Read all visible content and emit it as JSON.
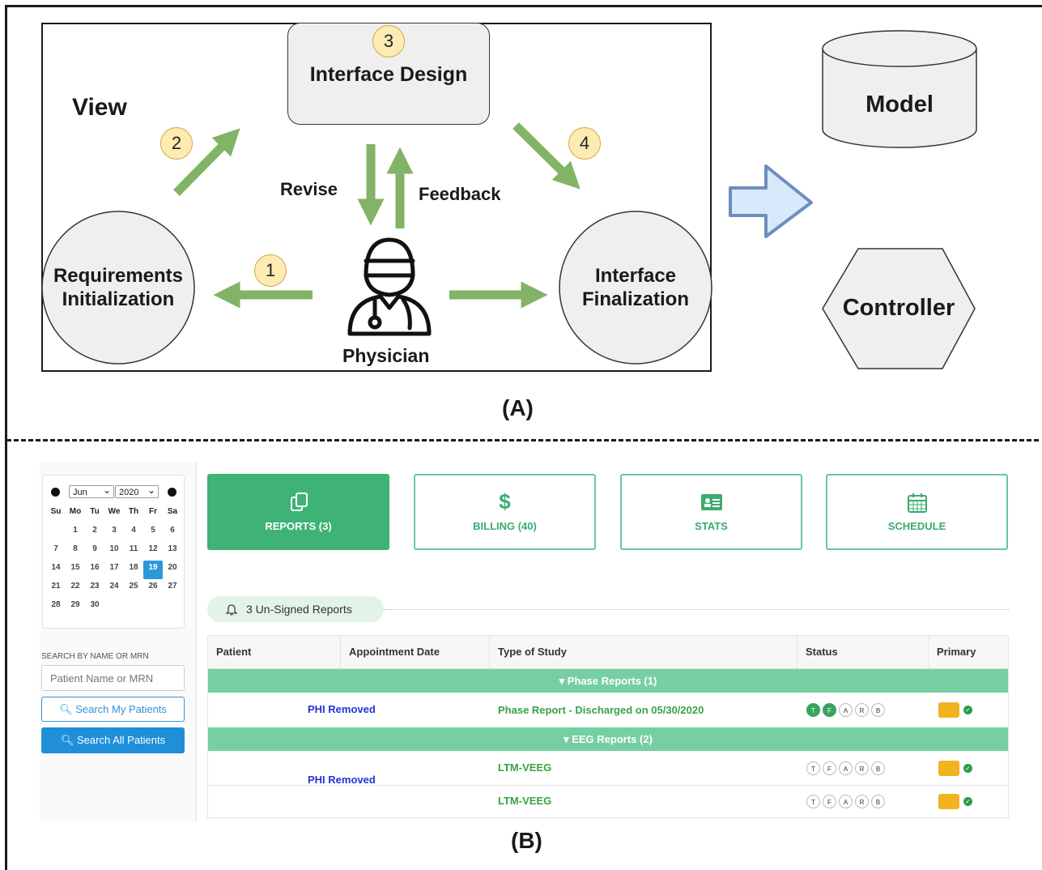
{
  "panel_a": {
    "label": "(A)",
    "view_title": "View",
    "interface_design": "Interface Design",
    "requirements_line1": "Requirements",
    "requirements_line2": "Initialization",
    "finalization_line1": "Interface",
    "finalization_line2": "Finalization",
    "physician": "Physician",
    "revise": "Revise",
    "feedback": "Feedback",
    "model": "Model",
    "controller": "Controller",
    "steps": [
      "1",
      "2",
      "3",
      "4"
    ],
    "colors": {
      "arrow_green": "#82b366",
      "big_arrow_fill": "#dae8fc",
      "big_arrow_stroke": "#6c8ebf",
      "badge_fill": "#fdebb4"
    }
  },
  "panel_b": {
    "label": "(B)",
    "calendar": {
      "month": "Jun",
      "year": "2020",
      "weekdays": [
        "Su",
        "Mo",
        "Tu",
        "We",
        "Th",
        "Fr",
        "Sa"
      ],
      "weeks": [
        [
          "",
          "1",
          "2",
          "3",
          "4",
          "5",
          "6"
        ],
        [
          "7",
          "8",
          "9",
          "10",
          "11",
          "12",
          "13"
        ],
        [
          "14",
          "15",
          "16",
          "17",
          "18",
          "19",
          "20"
        ],
        [
          "21",
          "22",
          "23",
          "24",
          "25",
          "26",
          "27"
        ],
        [
          "28",
          "29",
          "30",
          "",
          "",
          "",
          ""
        ]
      ],
      "selected_day": "19"
    },
    "search": {
      "label": "SEARCH BY NAME OR MRN",
      "placeholder": "Patient Name or MRN",
      "my_patients": "Search My Patients",
      "all_patients": "Search All Patients"
    },
    "tiles": [
      {
        "label": "REPORTS (3)",
        "icon": "copy-icon"
      },
      {
        "label": "BILLING (40)",
        "icon": "dollar-icon"
      },
      {
        "label": "STATS",
        "icon": "id-card-icon"
      },
      {
        "label": "SCHEDULE",
        "icon": "calendar-icon"
      }
    ],
    "unsigned": "3 Un-Signed Reports",
    "table": {
      "headers": [
        "Patient",
        "Appointment Date",
        "Type of Study",
        "Status",
        "Primary"
      ],
      "groups": [
        "▾ Phase Reports (1)",
        "▾ EEG Reports (2)"
      ],
      "patient": "PHI Removed",
      "rows": [
        "Phase Report - Discharged on 05/30/2020",
        "LTM-VEEG",
        "LTM-VEEG"
      ],
      "status_letters": [
        "T",
        "F",
        "A",
        "R",
        "B"
      ]
    },
    "colors": {
      "green": "#3fb277",
      "group_green": "#76cfa2",
      "blue": "#1e8fd8",
      "eye_yellow": "#f2b321"
    }
  }
}
